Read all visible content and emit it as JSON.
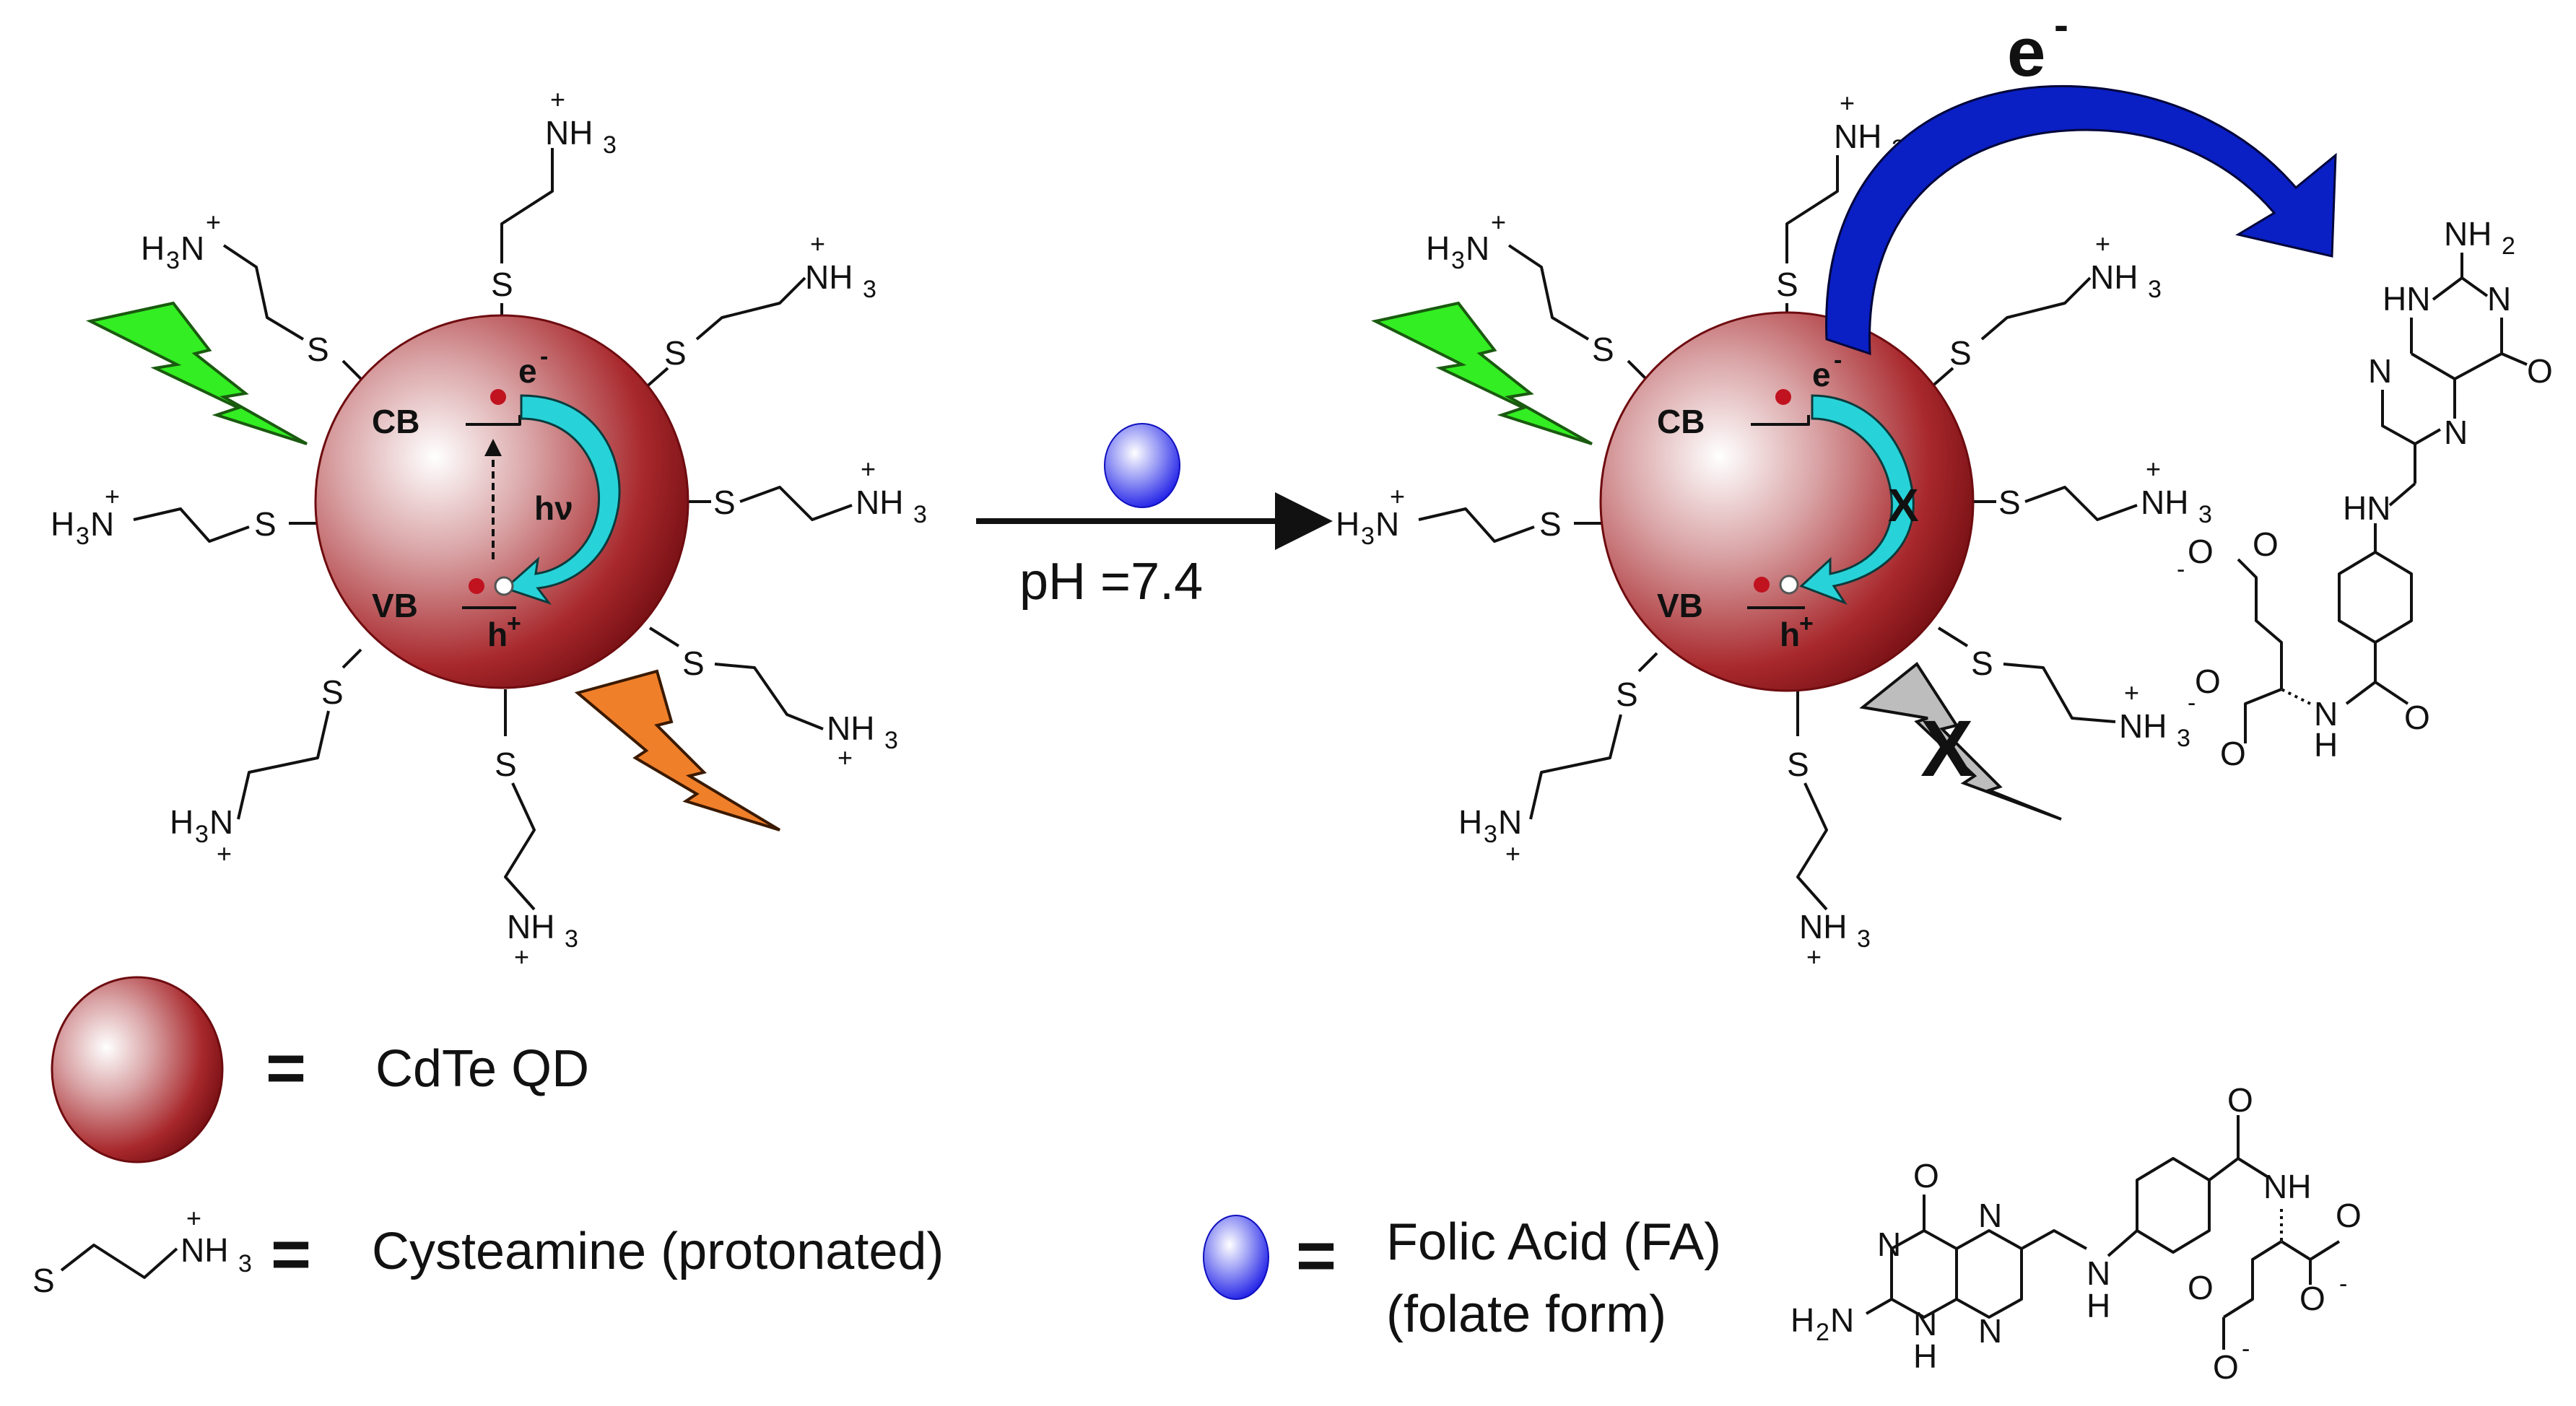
{
  "figure": {
    "left_panel": {
      "qd_labels": {
        "cb": "CB",
        "vb": "VB",
        "electron": "e",
        "electron_charge": "-",
        "hole": "h",
        "hole_charge": "+",
        "photon": "hν"
      },
      "excitation_light": "green",
      "emission_light": "orange"
    },
    "reaction": {
      "reagent": "Folic Acid (FA)",
      "condition": "pH =7.4"
    },
    "right_panel": {
      "qd_labels": {
        "cb": "CB",
        "vb": "VB",
        "electron": "e",
        "electron_charge": "-",
        "hole": "h",
        "hole_charge": "+",
        "blocked_mark": "X"
      },
      "transfer_label": "e",
      "transfer_charge": "-",
      "emission_blocked_mark": "X",
      "excitation_light": "green",
      "emission_light": "grey (quenched)"
    },
    "ligand": {
      "sulfur": "S",
      "amine_right": "NH",
      "amine_left": "H",
      "amine_sub": "3",
      "amine_left_n": "N",
      "charge": "+"
    },
    "folate_labels": {
      "nh2": "NH",
      "nh2_sub": "2",
      "h2n": "H",
      "h2n_sub": "2",
      "h2n_n": "N",
      "hn": "HN",
      "n": "N",
      "nh": "NH",
      "h": "H",
      "o": "O",
      "neg": "-"
    },
    "legend": {
      "eq": "=",
      "qd_name": "CdTe QD",
      "cysteamine_name": "Cysteamine (protonated)",
      "fa_name_line1": "Folic Acid (FA)",
      "fa_name_line2": "(folate form)"
    },
    "colors": {
      "qd_dark": "#7a0f12",
      "qd_light": "#ffffff",
      "fa_blue": "#1a1ae6",
      "transfer_arrow": "#0a1fc4",
      "cyan_arrow": "#27d3d8",
      "green_bolt": "#33ee22",
      "orange_bolt": "#f07f2a",
      "grey_bolt": "#bdbdbd",
      "electron_dot": "#c0121f"
    }
  }
}
